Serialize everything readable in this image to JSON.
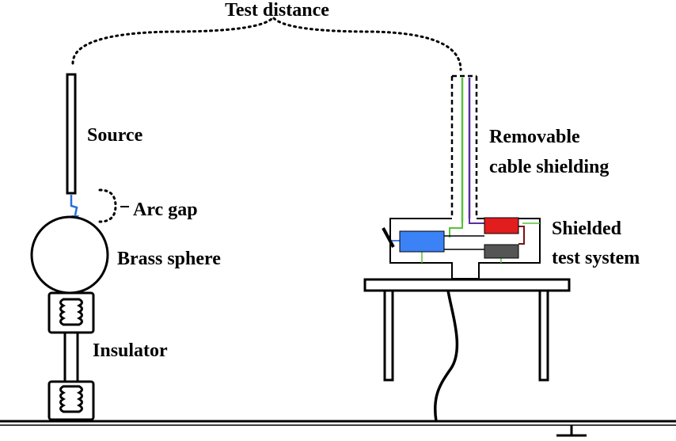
{
  "labels": {
    "test_distance": "Test distance",
    "source": "Source",
    "arc_gap": "Arc gap",
    "brass_sphere": "Brass sphere",
    "insulator": "Insulator",
    "removable_shielding_line1": "Removable",
    "removable_shielding_line2": "cable shielding",
    "shielded_test_system_line1": "Shielded",
    "shielded_test_system_line2": "test system"
  },
  "colors": {
    "outline": "#000000",
    "arc": "#2b6fd8",
    "component_blue": "#3b82f6",
    "component_red": "#e11d1d",
    "component_gray": "#555555",
    "wire_green": "#55c23a",
    "wire_purple": "#5b2ca0",
    "wire_dark_red": "#7a1010"
  }
}
